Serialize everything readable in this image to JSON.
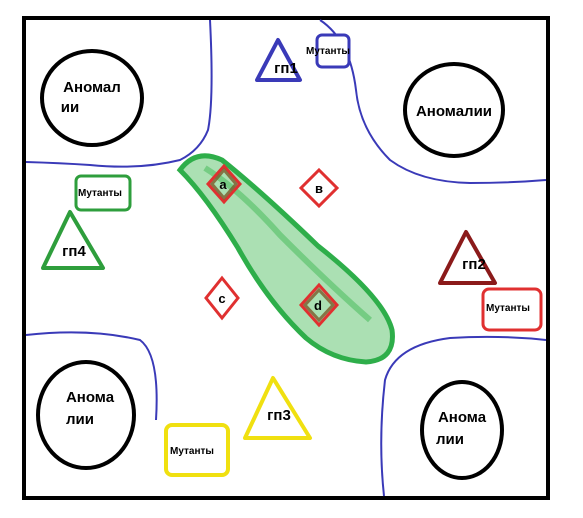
{
  "anomaly_zones": [
    {
      "line1": "Аномал",
      "line2": "ии"
    },
    {
      "line1": "Аномалии",
      "line2": ""
    },
    {
      "line1": "Анома",
      "line2": "лии"
    },
    {
      "line1": "Анома",
      "line2": "лии"
    }
  ],
  "groups": [
    {
      "label": "гп1",
      "color": "#3a3ab8"
    },
    {
      "label": "гп2",
      "color": "#8b1a1a"
    },
    {
      "label": "гп3",
      "color": "#f0e010"
    },
    {
      "label": "гп4",
      "color": "#2e9e3c"
    }
  ],
  "mutant_boxes": [
    {
      "label": "Мутанты",
      "color": "#3a3ab8"
    },
    {
      "label": "Мутанты",
      "color": "#2e9e3c"
    },
    {
      "label": "Мутанты",
      "color": "#e03030"
    },
    {
      "label": "Мутанты",
      "color": "#f0e010"
    }
  ],
  "points": [
    {
      "label": "a",
      "color": "#e03030"
    },
    {
      "label": "в",
      "color": "#e03030"
    },
    {
      "label": "c",
      "color": "#e03030"
    },
    {
      "label": "d",
      "color": "#e03030"
    }
  ],
  "colors": {
    "border": "#000000",
    "zone_lines": "#3a3ab8",
    "green_zone": "#2eae4a"
  }
}
